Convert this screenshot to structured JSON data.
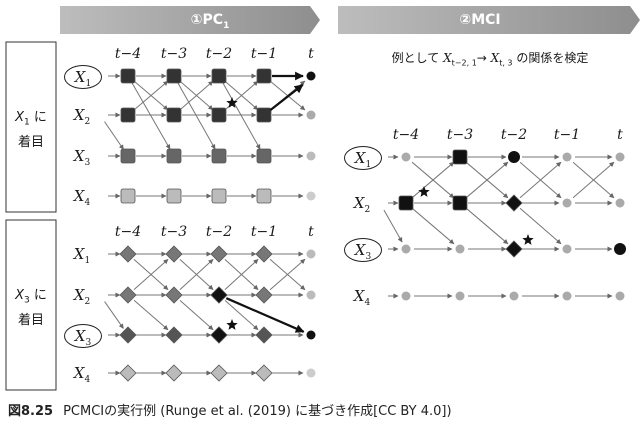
{
  "phase1": {
    "title": "①PC",
    "title_sub": "1"
  },
  "phase2": {
    "title": "②MCI",
    "note_prefix": "例として ",
    "note_x1": "X",
    "note_x1_sub": "t−2, 1",
    "note_arrow": "→ ",
    "note_x2": "X",
    "note_x2_sub": "t, 3",
    "note_suffix": " の関係を検定"
  },
  "time_labels": [
    "t−4",
    "t−3",
    "t−2",
    "t−1",
    "t"
  ],
  "variables": [
    {
      "name": "X",
      "sub": "1"
    },
    {
      "name": "X",
      "sub": "2"
    },
    {
      "name": "X",
      "sub": "3"
    },
    {
      "name": "X",
      "sub": "4"
    }
  ],
  "side_labels": [
    {
      "var": "X",
      "sub": "1",
      "tail": " に",
      "line2": "着目"
    },
    {
      "var": "X",
      "sub": "3",
      "tail": " に",
      "line2": "着目"
    }
  ],
  "caption": {
    "figure_no": "図8.25",
    "text": "PCMCIの実行例 (Runge et al. (2019) に基づき作成[CC BY 4.0])"
  }
}
